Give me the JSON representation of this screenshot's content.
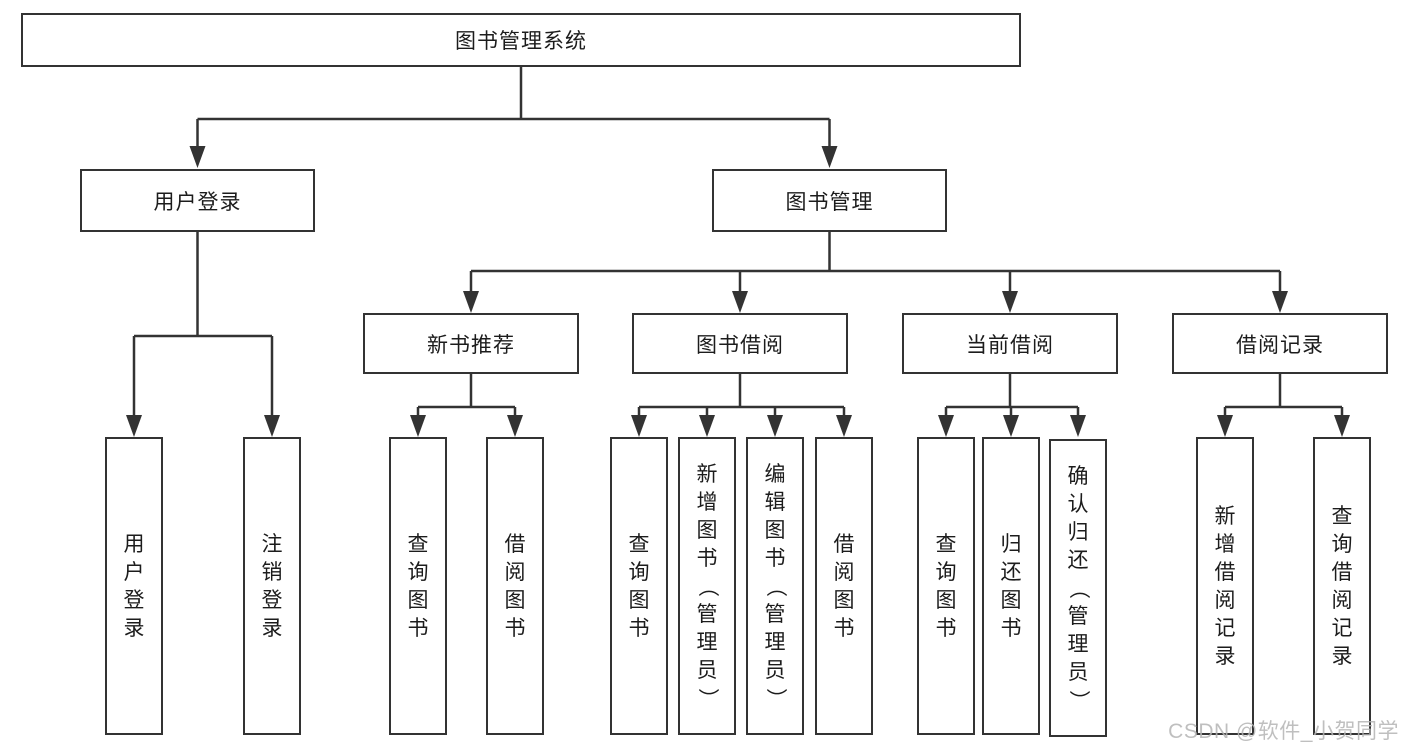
{
  "diagram": {
    "root": {
      "label": "图书管理系统"
    },
    "level2": [
      {
        "label": "用户登录"
      },
      {
        "label": "图书管理"
      }
    ],
    "level3": [
      {
        "label": "新书推荐"
      },
      {
        "label": "图书借阅"
      },
      {
        "label": "当前借阅"
      },
      {
        "label": "借阅记录"
      }
    ],
    "leaves": {
      "user_login": [
        "用户登录",
        "注销登录"
      ],
      "new_book": [
        "查询图书",
        "借阅图书"
      ],
      "borrow": [
        "查询图书",
        "新增图书（管理员）",
        "编辑图书（管理员）",
        "借阅图书"
      ],
      "current": [
        "查询图书",
        "归还图书",
        "确认归还（管理员）"
      ],
      "records": [
        "新增借阅记录",
        "查询借阅记录"
      ]
    }
  },
  "watermark": {
    "text": "CSDN @软件_小贺同学"
  },
  "colors": {
    "line": "#333333",
    "text": "#1c1c1c",
    "watermark": "#b5b5b5",
    "background": "#ffffff"
  }
}
